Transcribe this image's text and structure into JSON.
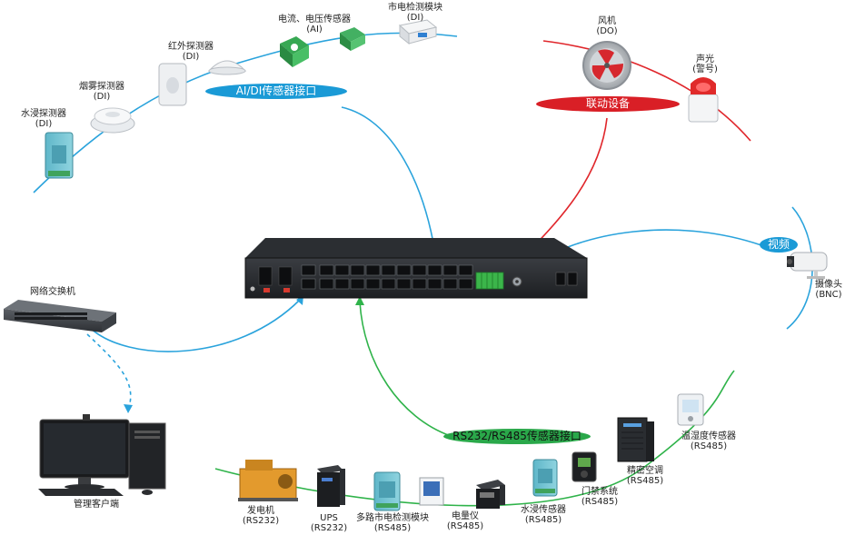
{
  "colors": {
    "blue_line": "#2aa3dc",
    "red_line": "#e0262b",
    "green_line": "#2fb34a",
    "blue_pill": "#1a9ad6",
    "red_pill": "#d91f26",
    "green_pill": "#2aa84a"
  },
  "groups": {
    "ai_di": "AI/DI传感器接口",
    "linkage": "联动设备",
    "video": "视频",
    "rs": "RS232/RS485传感器接口"
  },
  "devices": {
    "water_di": {
      "name": "水浸探测器",
      "proto": "(DI)",
      "icon": "water-sensor-module-icon"
    },
    "smoke": {
      "name": "烟雾探测器",
      "proto": "(DI)",
      "icon": "smoke-detector-icon"
    },
    "infrared": {
      "name": "红外探测器",
      "proto": "(DI)",
      "icon": "infrared-detector-icon"
    },
    "current_voltage": {
      "name": "电流、电压传感器",
      "proto": "(AI)",
      "icon": "current-sensor-icon"
    },
    "mains": {
      "name": "市电检测模块",
      "proto": "(DI)",
      "icon": "mains-module-icon"
    },
    "fan": {
      "name": "风机",
      "proto": "(DO)",
      "icon": "fan-icon"
    },
    "alarm": {
      "name": "声光",
      "proto": "(警号)",
      "icon": "strobe-alarm-icon"
    },
    "camera": {
      "name": "摄像头",
      "proto": "(BNC)",
      "icon": "camera-icon"
    },
    "switch": {
      "name": "网络交换机",
      "icon": "network-switch-icon"
    },
    "client": {
      "name": "管理客户端",
      "icon": "desktop-computer-icon"
    },
    "generator": {
      "name": "发电机",
      "proto": "(RS232)",
      "icon": "generator-icon"
    },
    "ups": {
      "name": "UPS",
      "proto": "(RS232)",
      "icon": "ups-icon"
    },
    "multi_mains": {
      "name": "多路市电检测模块",
      "proto": "(RS485)",
      "icon": "multi-mains-module-icon"
    },
    "meter": {
      "name": "电量仪",
      "proto": "(RS485)",
      "icon": "power-meter-icon"
    },
    "water_rs": {
      "name": "水浸传感器",
      "proto": "(RS485)",
      "icon": "water-sensor-icon"
    },
    "access": {
      "name": "门禁系统",
      "proto": "(RS485)",
      "icon": "access-control-icon"
    },
    "ac": {
      "name": "精密空调",
      "proto": "(RS485)",
      "icon": "precision-ac-icon"
    },
    "th": {
      "name": "温湿度传感器",
      "proto": "(RS485)",
      "icon": "humidity-sensor-icon"
    }
  }
}
